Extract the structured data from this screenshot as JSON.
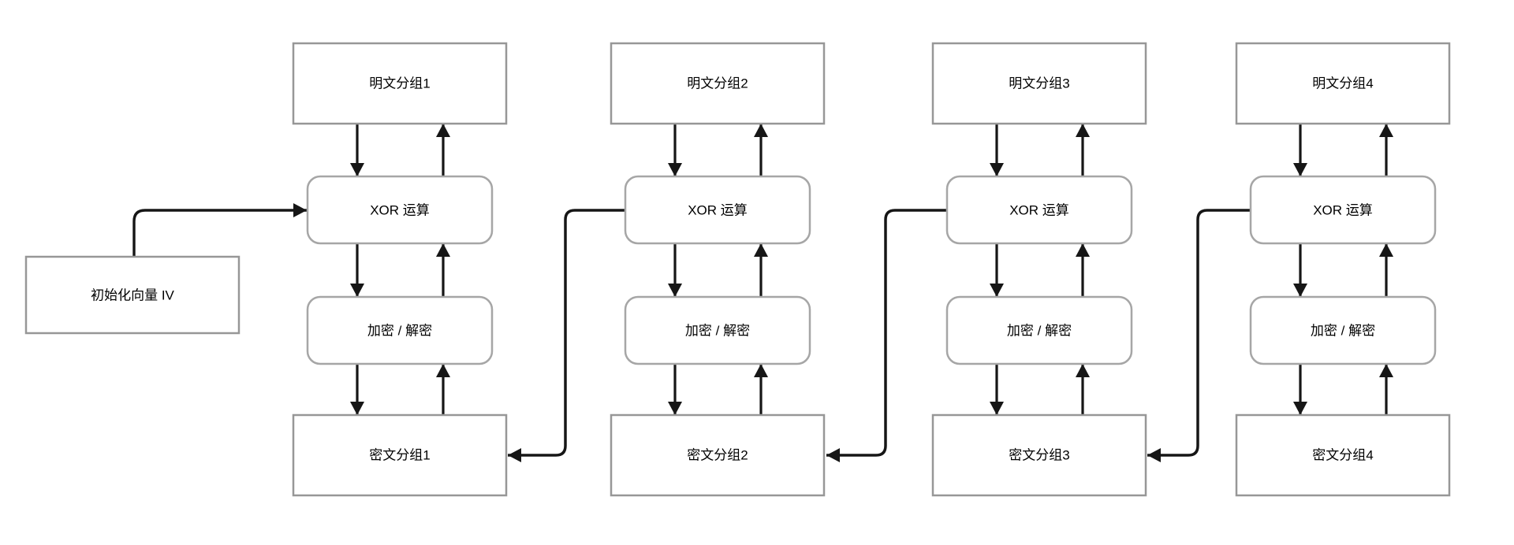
{
  "theme": {
    "background": "#ffffff",
    "box_fill": "#ffffff",
    "rect_border": "#979797",
    "rounded_border": "#a6a6a6",
    "arrow_color": "#161616",
    "text_color": "#000000"
  },
  "iv": {
    "label": "初始化向量 IV"
  },
  "columns": [
    {
      "plaintext": "明文分组1",
      "xor": "XOR 运算",
      "cipher_op": "加密 / 解密",
      "ciphertext": "密文分组1"
    },
    {
      "plaintext": "明文分组2",
      "xor": "XOR 运算",
      "cipher_op": "加密 / 解密",
      "ciphertext": "密文分组2"
    },
    {
      "plaintext": "明文分组3",
      "xor": "XOR 运算",
      "cipher_op": "加密 / 解密",
      "ciphertext": "密文分组3"
    },
    {
      "plaintext": "明文分组4",
      "xor": "XOR 运算",
      "cipher_op": "加密 / 解密",
      "ciphertext": "密文分组4"
    }
  ]
}
